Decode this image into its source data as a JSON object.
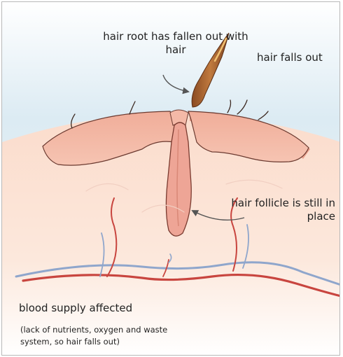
{
  "labels": {
    "hair_root_fallen": "hair root has fallen out with hair",
    "hair_falls_out": "hair falls out",
    "follicle_in_place": "hair follicle is still in place",
    "blood_supply": "blood supply affected",
    "blood_note": "(lack of nutrients, oxygen and waste system, so hair falls out)"
  },
  "colors": {
    "sky": "#dcebf3",
    "skin_outer": "#f1b4a1",
    "skin_inner": "#f6c6b4",
    "dermis": "#fbe6d9",
    "follicle": "#eea596",
    "artery": "#c8453f",
    "vein": "#8fa6cc",
    "hair_shaft": "#a8602c",
    "arrow": "#555555"
  }
}
